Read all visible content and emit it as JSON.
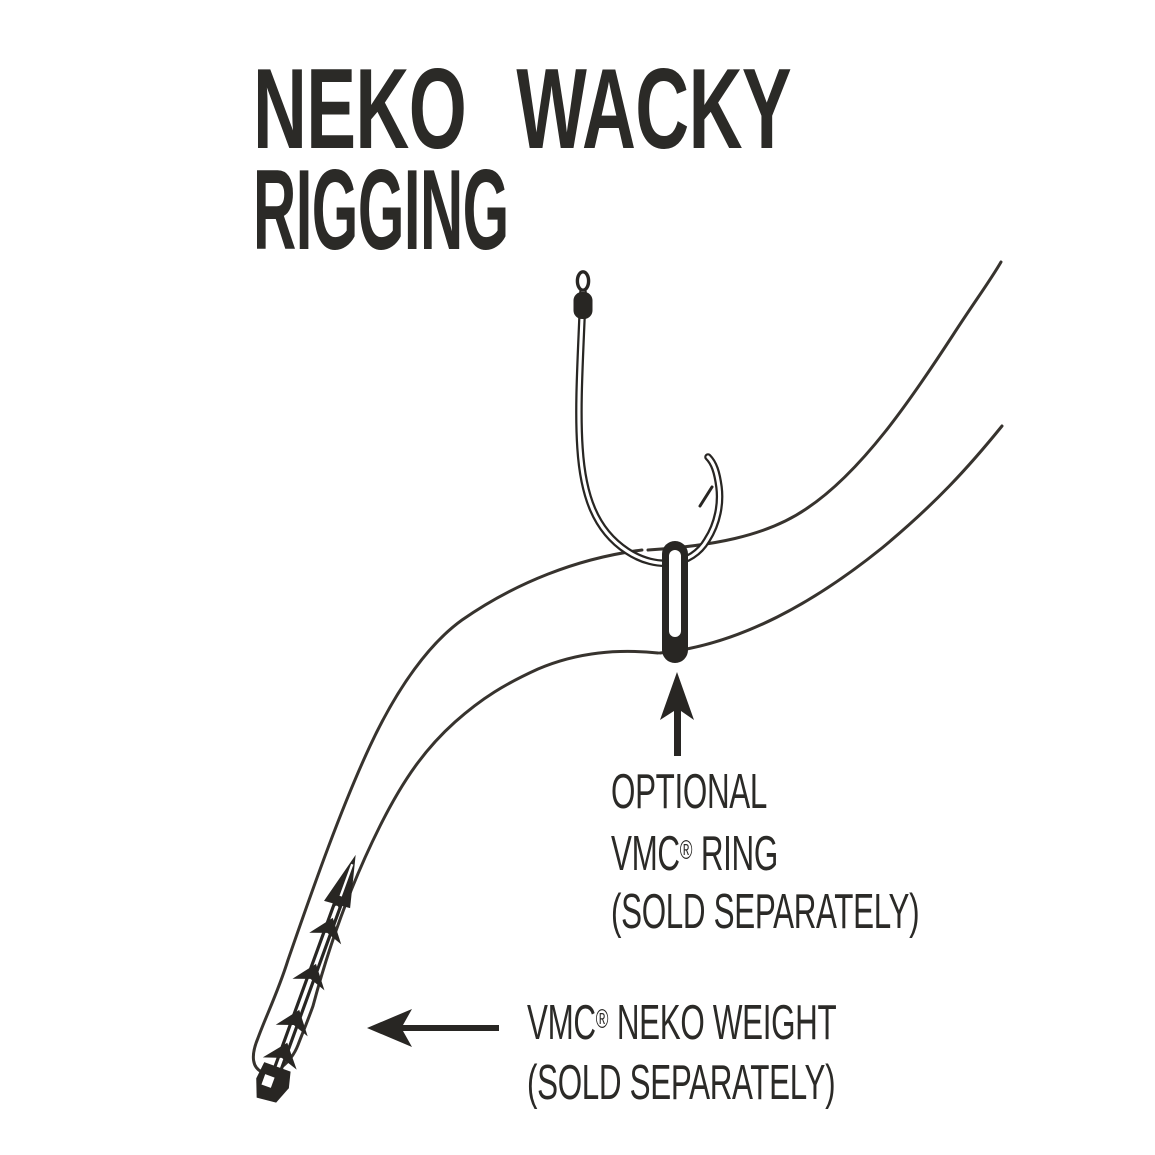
{
  "title": {
    "line1": "NEKO WACKY",
    "line2": "RIGGING"
  },
  "labels": {
    "ring": {
      "line1": "OPTIONAL",
      "brand": "VMC",
      "reg_mark": "®",
      "brand_rest": " RING",
      "line3": "(SOLD SEPARATELY)"
    },
    "weight": {
      "brand": "VMC",
      "reg_mark": "®",
      "brand_rest": " NEKO WEIGHT",
      "line2": "(SOLD SEPARATELY)"
    }
  },
  "icons": {
    "worm": "soft-plastic-worm-outline",
    "hook": "fishing-hook",
    "ring": "neko-o-ring",
    "weight": "screw-in-neko-weight",
    "arrow_up": "up-arrow",
    "arrow_left": "left-arrow"
  },
  "colors": {
    "ink": "#2b2a27",
    "line": "#37332e",
    "fill": "#282623",
    "background": "#ffffff"
  }
}
